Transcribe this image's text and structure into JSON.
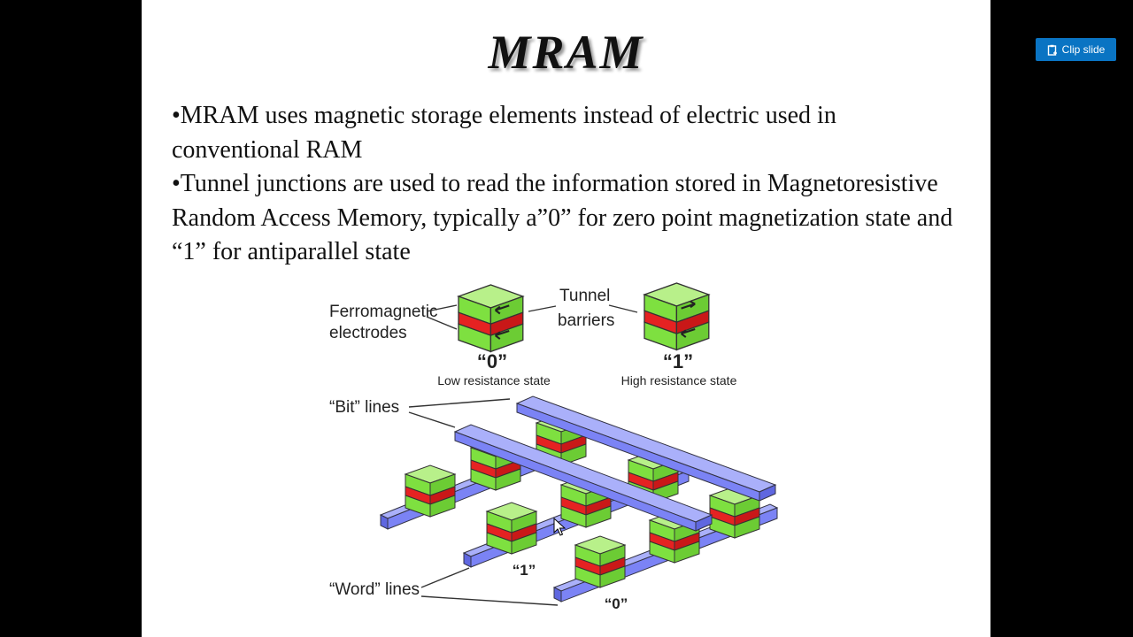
{
  "slide": {
    "title": "MRAM",
    "bullets": [
      "•MRAM uses magnetic storage elements instead of electric used in conventional RAM",
      "•Tunnel junctions are used to read the information stored in Magnetoresistive Random Access Memory, typically a”0” for zero point magnetization state and “1” for antiparallel state"
    ]
  },
  "toolbar": {
    "clip_label": "Clip slide",
    "accent": "#0a74c3"
  },
  "diagram": {
    "labels": {
      "ferro_1": "Ferromagnetic",
      "ferro_2": "electrodes",
      "tunnel_1": "Tunnel",
      "tunnel_2": "barriers",
      "zero": "“0”",
      "one": "“1”",
      "low_state": "Low resistance state",
      "high_state": "High resistance state",
      "bit_lines": "“Bit” lines",
      "word_lines": "“Word” lines",
      "grid_one": "“1”",
      "grid_zero": "“0”"
    },
    "colors": {
      "electrode": "#7ee040",
      "barrier": "#e52222",
      "line": "#7b83f5"
    }
  }
}
